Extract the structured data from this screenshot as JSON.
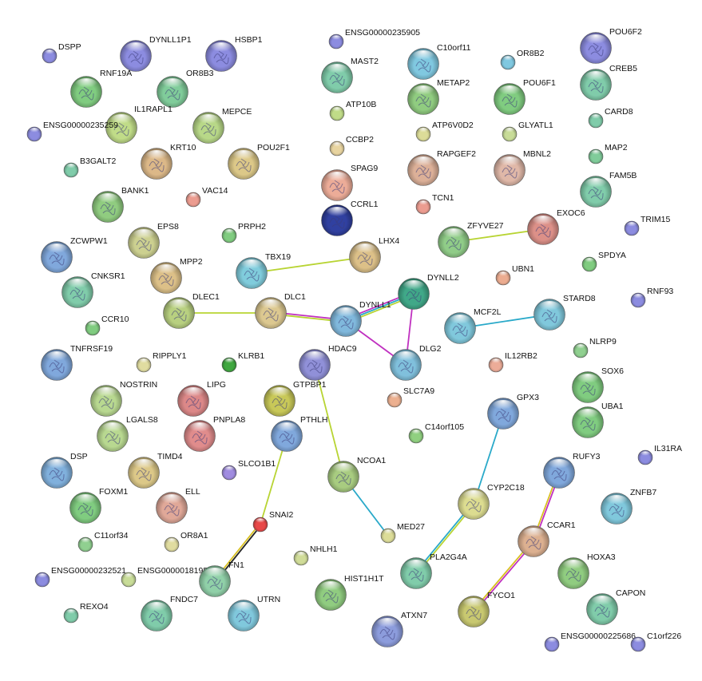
{
  "colors": {
    "edge_green": "#b8d433",
    "edge_purple": "#c030c0",
    "edge_cyan": "#29a9c9",
    "edge_black": "#222222",
    "edge_yellow": "#d8c020"
  },
  "nodes": [
    {
      "id": "DSPP",
      "label": "DSPP",
      "color": "#8c8ce0",
      "size": "small"
    },
    {
      "id": "DYNLL1P1",
      "label": "DYNLL1P1",
      "color": "#8c8ce0",
      "size": "large"
    },
    {
      "id": "HSBP1",
      "label": "HSBP1",
      "color": "#8c8ce0",
      "size": "large"
    },
    {
      "id": "ENSG00000235905",
      "label": "ENSG00000235905",
      "color": "#8c8ce0",
      "size": "small"
    },
    {
      "id": "C10orf11",
      "label": "C10orf11",
      "color": "#80c8e0",
      "size": "large"
    },
    {
      "id": "OR8B2",
      "label": "OR8B2",
      "color": "#80c8e0",
      "size": "small"
    },
    {
      "id": "POU6F2",
      "label": "POU6F2",
      "color": "#8c8ce0",
      "size": "large"
    },
    {
      "id": "RNF19A",
      "label": "RNF19A",
      "color": "#80cc80",
      "size": "large"
    },
    {
      "id": "OR8B3",
      "label": "OR8B3",
      "color": "#80cc9a",
      "size": "large"
    },
    {
      "id": "MAST2",
      "label": "MAST2",
      "color": "#80ccaa",
      "size": "large"
    },
    {
      "id": "METAP2",
      "label": "METAP2",
      "color": "#90cc80",
      "size": "large"
    },
    {
      "id": "POU6F1",
      "label": "POU6F1",
      "color": "#80cc80",
      "size": "large"
    },
    {
      "id": "CREB5",
      "label": "CREB5",
      "color": "#80ccaa",
      "size": "large"
    },
    {
      "id": "IL1RAPL1",
      "label": "IL1RAPL1",
      "color": "#c0dc88",
      "size": "large"
    },
    {
      "id": "MEPCE",
      "label": "MEPCE",
      "color": "#b8d888",
      "size": "large"
    },
    {
      "id": "ATP10B",
      "label": "ATP10B",
      "color": "#c0dc88",
      "size": "small"
    },
    {
      "id": "ENSG00000235259",
      "label": "ENSG00000235259",
      "color": "#8c8ce0",
      "size": "small"
    },
    {
      "id": "ATP6V0D2",
      "label": "ATP6V0D2",
      "color": "#dcdc98",
      "size": "small"
    },
    {
      "id": "GLYATL1",
      "label": "GLYATL1",
      "color": "#c8dc98",
      "size": "small"
    },
    {
      "id": "CARD8",
      "label": "CARD8",
      "color": "#80ccaa",
      "size": "small"
    },
    {
      "id": "CCBP2",
      "label": "CCBP2",
      "color": "#e8d4a0",
      "size": "small"
    },
    {
      "id": "KRT10",
      "label": "KRT10",
      "color": "#dcb888",
      "size": "large"
    },
    {
      "id": "POU2F1",
      "label": "POU2F1",
      "color": "#dcc888",
      "size": "large"
    },
    {
      "id": "SPAG9",
      "label": "SPAG9",
      "color": "#ecac98",
      "size": "large"
    },
    {
      "id": "RAPGEF2",
      "label": "RAPGEF2",
      "color": "#dcb098",
      "size": "large"
    },
    {
      "id": "MBNL2",
      "label": "MBNL2",
      "color": "#e0b8a8",
      "size": "large"
    },
    {
      "id": "MAP2",
      "label": "MAP2",
      "color": "#80cc9a",
      "size": "small"
    },
    {
      "id": "B3GALT2",
      "label": "B3GALT2",
      "color": "#80ccaa",
      "size": "small"
    },
    {
      "id": "FAM5B",
      "label": "FAM5B",
      "color": "#80ccaa",
      "size": "large"
    },
    {
      "id": "BANK1",
      "label": "BANK1",
      "color": "#90cc80",
      "size": "large"
    },
    {
      "id": "VAC14",
      "label": "VAC14",
      "color": "#ec9c90",
      "size": "small"
    },
    {
      "id": "CCRL1",
      "label": "CCRL1",
      "color": "#3040a0",
      "size": "large"
    },
    {
      "id": "TCN1",
      "label": "TCN1",
      "color": "#ec9c90",
      "size": "small"
    },
    {
      "id": "EXOC6",
      "label": "EXOC6",
      "color": "#dc9088",
      "size": "large"
    },
    {
      "id": "TRIM15",
      "label": "TRIM15",
      "color": "#8c8ce0",
      "size": "small"
    },
    {
      "id": "EPS8",
      "label": "EPS8",
      "color": "#ccd090",
      "size": "large"
    },
    {
      "id": "PRPH2",
      "label": "PRPH2",
      "color": "#80cc80",
      "size": "small"
    },
    {
      "id": "ZFYVE27",
      "label": "ZFYVE27",
      "color": "#90cc88",
      "size": "large"
    },
    {
      "id": "ZCWPW1",
      "label": "ZCWPW1",
      "color": "#80a8dc",
      "size": "large"
    },
    {
      "id": "LHX4",
      "label": "LHX4",
      "color": "#dcc088",
      "size": "large"
    },
    {
      "id": "SPDYA",
      "label": "SPDYA",
      "color": "#80cc80",
      "size": "small"
    },
    {
      "id": "TBX19",
      "label": "TBX19",
      "color": "#80ccdc",
      "size": "large"
    },
    {
      "id": "MPP2",
      "label": "MPP2",
      "color": "#dcc088",
      "size": "large"
    },
    {
      "id": "UBN1",
      "label": "UBN1",
      "color": "#ecac90",
      "size": "small"
    },
    {
      "id": "CNKSR1",
      "label": "CNKSR1",
      "color": "#80ccaa",
      "size": "large"
    },
    {
      "id": "DYNLL2",
      "label": "DYNLL2",
      "color": "#40a888",
      "size": "large"
    },
    {
      "id": "RNF93",
      "label": "RNF93",
      "color": "#8c8ce0",
      "size": "small"
    },
    {
      "id": "DLEC1",
      "label": "DLEC1",
      "color": "#b8d080",
      "size": "large"
    },
    {
      "id": "DLC1",
      "label": "DLC1",
      "color": "#dcc890",
      "size": "large"
    },
    {
      "id": "DYNLL1",
      "label": "DYNLL1",
      "color": "#80b8dc",
      "size": "large"
    },
    {
      "id": "MCF2L",
      "label": "MCF2L",
      "color": "#80c8dc",
      "size": "large"
    },
    {
      "id": "STARD8",
      "label": "STARD8",
      "color": "#80c8dc",
      "size": "large"
    },
    {
      "id": "CCR10",
      "label": "CCR10",
      "color": "#80cc80",
      "size": "small"
    },
    {
      "id": "TNFRSF19",
      "label": "TNFRSF19",
      "color": "#80a8dc",
      "size": "large"
    },
    {
      "id": "RIPPLY1",
      "label": "RIPPLY1",
      "color": "#e0dca0",
      "size": "small"
    },
    {
      "id": "KLRB1",
      "label": "KLRB1",
      "color": "#40a840",
      "size": "small"
    },
    {
      "id": "HDAC9",
      "label": "HDAC9",
      "color": "#9090d8",
      "size": "large"
    },
    {
      "id": "DLG2",
      "label": "DLG2",
      "color": "#80c0dc",
      "size": "large"
    },
    {
      "id": "IL12RB2",
      "label": "IL12RB2",
      "color": "#ecac98",
      "size": "small"
    },
    {
      "id": "NLRP9",
      "label": "NLRP9",
      "color": "#90d090",
      "size": "small"
    },
    {
      "id": "SOX6",
      "label": "SOX6",
      "color": "#80cc80",
      "size": "large"
    },
    {
      "id": "NOSTRIN",
      "label": "NOSTRIN",
      "color": "#b8d890",
      "size": "large"
    },
    {
      "id": "LIPG",
      "label": "LIPG",
      "color": "#dc8888",
      "size": "large"
    },
    {
      "id": "GTPBP1",
      "label": "GTPBP1",
      "color": "#c8c858",
      "size": "large"
    },
    {
      "id": "SLC7A9",
      "label": "SLC7A9",
      "color": "#ecb090",
      "size": "small"
    },
    {
      "id": "UBA1",
      "label": "UBA1",
      "color": "#80cc80",
      "size": "large"
    },
    {
      "id": "GPX3",
      "label": "GPX3",
      "color": "#80a8dc",
      "size": "large"
    },
    {
      "id": "PNPLA8",
      "label": "PNPLA8",
      "color": "#e08c8c",
      "size": "large"
    },
    {
      "id": "LGALS8",
      "label": "LGALS8",
      "color": "#b8d890",
      "size": "large"
    },
    {
      "id": "PTHLH",
      "label": "PTHLH",
      "color": "#80a8dc",
      "size": "large"
    },
    {
      "id": "C14orf105",
      "label": "C14orf105",
      "color": "#90d080",
      "size": "small"
    },
    {
      "id": "IL31RA",
      "label": "IL31RA",
      "color": "#8c8ce0",
      "size": "small"
    },
    {
      "id": "DSP",
      "label": "DSP",
      "color": "#80b0dc",
      "size": "large"
    },
    {
      "id": "TIMD4",
      "label": "TIMD4",
      "color": "#dcc888",
      "size": "large"
    },
    {
      "id": "SLCO1B1",
      "label": "SLCO1B1",
      "color": "#a08ce0",
      "size": "small"
    },
    {
      "id": "NCOA1",
      "label": "NCOA1",
      "color": "#a8cc80",
      "size": "large"
    },
    {
      "id": "RUFY3",
      "label": "RUFY3",
      "color": "#80a8dc",
      "size": "large"
    },
    {
      "id": "ZNFB7",
      "label": "ZNFB7",
      "color": "#80c8dc",
      "size": "large"
    },
    {
      "id": "FOXM1",
      "label": "FOXM1",
      "color": "#80cc80",
      "size": "large"
    },
    {
      "id": "ELL",
      "label": "ELL",
      "color": "#e0a898",
      "size": "large"
    },
    {
      "id": "CYP2C18",
      "label": "CYP2C18",
      "color": "#dcdc90",
      "size": "large"
    },
    {
      "id": "SNAI2",
      "label": "SNAI2",
      "color": "#e84848",
      "size": "small"
    },
    {
      "id": "CCAR1",
      "label": "CCAR1",
      "color": "#dcb090",
      "size": "large"
    },
    {
      "id": "C11orf34",
      "label": "C11orf34",
      "color": "#90d090",
      "size": "small"
    },
    {
      "id": "OR8A1",
      "label": "OR8A1",
      "color": "#e0dca0",
      "size": "small"
    },
    {
      "id": "MED27",
      "label": "MED27",
      "color": "#dcdc98",
      "size": "small"
    },
    {
      "id": "NHLH1",
      "label": "NHLH1",
      "color": "#d0dc98",
      "size": "small"
    },
    {
      "id": "ENSG00000232521",
      "label": "ENSG00000232521",
      "color": "#8c8ce0",
      "size": "small"
    },
    {
      "id": "ENSG00000181950",
      "label": "ENSG00000181950",
      "color": "#c8dc98",
      "size": "small"
    },
    {
      "id": "FN1",
      "label": "FN1",
      "color": "#90d0a8",
      "size": "large"
    },
    {
      "id": "PLA2G4A",
      "label": "PLA2G4A",
      "color": "#80ccaa",
      "size": "large"
    },
    {
      "id": "HOXA3",
      "label": "HOXA3",
      "color": "#90cc80",
      "size": "large"
    },
    {
      "id": "HIST1H1T",
      "label": "HIST1H1T",
      "color": "#90cc80",
      "size": "large"
    },
    {
      "id": "REXO4",
      "label": "REXO4",
      "color": "#80ccaa",
      "size": "small"
    },
    {
      "id": "FNDC7",
      "label": "FNDC7",
      "color": "#80ccaa",
      "size": "large"
    },
    {
      "id": "UTRN",
      "label": "UTRN",
      "color": "#80c8dc",
      "size": "large"
    },
    {
      "id": "FYCO1",
      "label": "FYCO1",
      "color": "#c8c870",
      "size": "large"
    },
    {
      "id": "CAPON",
      "label": "CAPON",
      "color": "#80ccaa",
      "size": "large"
    },
    {
      "id": "ATXN7",
      "label": "ATXN7",
      "color": "#8c9cdc",
      "size": "large"
    },
    {
      "id": "ENSG00000225686",
      "label": "ENSG00000225686",
      "color": "#8c8ce0",
      "size": "small"
    },
    {
      "id": "C1orf226",
      "label": "C1orf226",
      "color": "#8c8ce0",
      "size": "small"
    }
  ],
  "edges": [
    {
      "a": "TBX19",
      "b": "LHX4",
      "colors": [
        "edge_green"
      ]
    },
    {
      "a": "ZFYVE27",
      "b": "EXOC6",
      "colors": [
        "edge_green"
      ]
    },
    {
      "a": "DLEC1",
      "b": "DLC1",
      "colors": [
        "edge_green"
      ]
    },
    {
      "a": "DLC1",
      "b": "DYNLL1",
      "colors": [
        "edge_purple",
        "edge_green"
      ]
    },
    {
      "a": "DYNLL1",
      "b": "DYNLL2",
      "colors": [
        "edge_purple",
        "edge_cyan",
        "edge_green"
      ]
    },
    {
      "a": "DYNLL2",
      "b": "DLG2",
      "colors": [
        "edge_purple"
      ]
    },
    {
      "a": "DYNLL1",
      "b": "DLG2",
      "colors": [
        "edge_purple"
      ]
    },
    {
      "a": "MCF2L",
      "b": "STARD8",
      "colors": [
        "edge_cyan"
      ]
    },
    {
      "a": "HDAC9",
      "b": "NCOA1",
      "colors": [
        "edge_green"
      ]
    },
    {
      "a": "NCOA1",
      "b": "MED27",
      "colors": [
        "edge_cyan"
      ]
    },
    {
      "a": "PTHLH",
      "b": "SNAI2",
      "colors": [
        "edge_green"
      ]
    },
    {
      "a": "SNAI2",
      "b": "FN1",
      "colors": [
        "edge_black",
        "edge_yellow"
      ]
    },
    {
      "a": "GPX3",
      "b": "CYP2C18",
      "colors": [
        "edge_cyan"
      ]
    },
    {
      "a": "CYP2C18",
      "b": "PLA2G4A",
      "colors": [
        "edge_green",
        "edge_cyan"
      ]
    },
    {
      "a": "RUFY3",
      "b": "CCAR1",
      "colors": [
        "edge_purple",
        "edge_yellow"
      ]
    },
    {
      "a": "CCAR1",
      "b": "FYCO1",
      "colors": [
        "edge_purple",
        "edge_yellow"
      ]
    }
  ]
}
